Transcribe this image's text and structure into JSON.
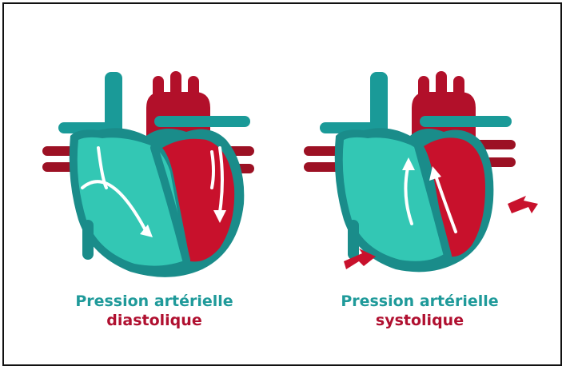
{
  "colors": {
    "teal": "#2fc3b2",
    "teal_dark": "#1a8c8a",
    "red": "#c8112c",
    "red_dark": "#8f0f22",
    "caption_teal": "#1f9a9a",
    "caption_red": "#b01030"
  },
  "left_panel": {
    "caption_line1": "Pression artérielle",
    "caption_line2": "diastolique"
  },
  "right_panel": {
    "caption_line1": "Pression artérielle",
    "caption_line2": "systolique"
  }
}
